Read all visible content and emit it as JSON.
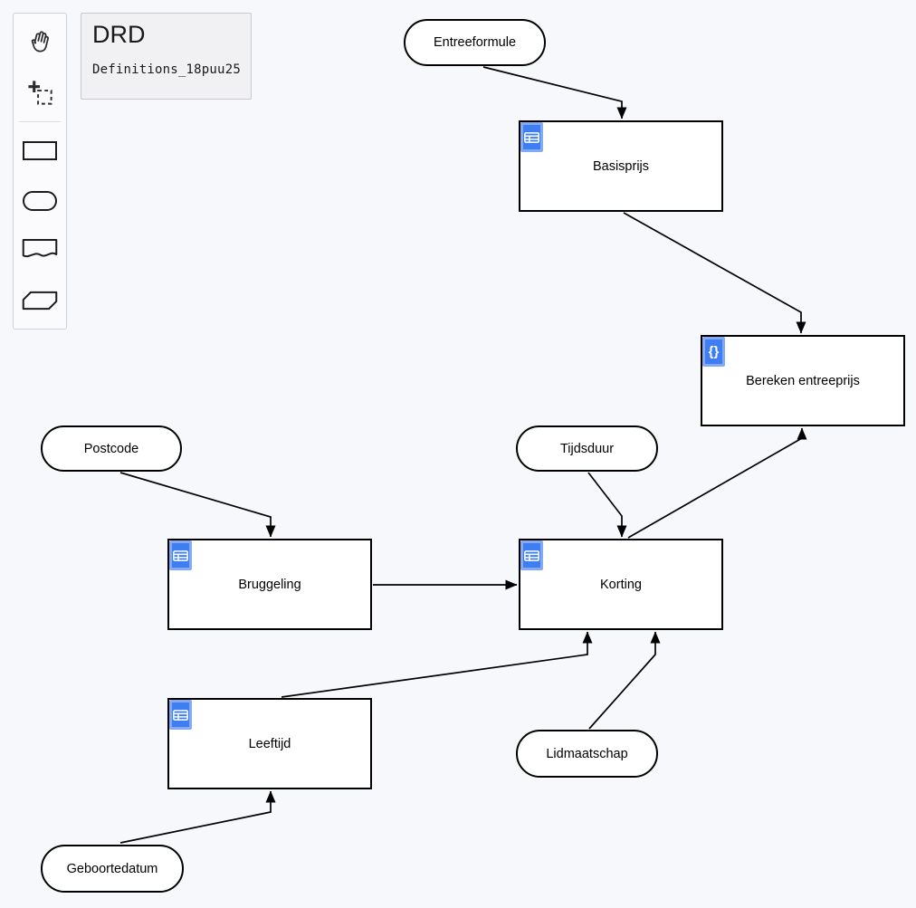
{
  "colors": {
    "canvas_bg": "#f7f8fc",
    "node_fill": "#ffffff",
    "node_stroke": "#000000",
    "badge_blue": "#3e7ef2",
    "badge_blue_border": "#85aaf4"
  },
  "tab": {
    "view_label": "DRD",
    "definitions_name": "Definitions_18puu25"
  },
  "palette": {
    "items": [
      {
        "name": "hand-tool",
        "icon": "hand-icon"
      },
      {
        "name": "lasso-tool",
        "icon": "lasso-icon"
      },
      {
        "name": "create-decision",
        "icon": "rectangle-shape-icon"
      },
      {
        "name": "create-input-data",
        "icon": "stadium-shape-icon"
      },
      {
        "name": "create-knowledge-source",
        "icon": "wavy-document-shape-icon"
      },
      {
        "name": "create-business-knowledge-model",
        "icon": "clipped-rectangle-shape-icon"
      }
    ]
  },
  "nodes": {
    "entreeformule": {
      "type": "input-data",
      "label": "Entreeformule"
    },
    "basisprijs": {
      "type": "decision",
      "label": "Basisprijs",
      "icon": "decision-table-icon"
    },
    "bereken_entreeprijs": {
      "type": "decision",
      "label": "Bereken entreeprijs",
      "icon": "literal-expression-icon",
      "icon_glyph": "{}"
    },
    "postcode": {
      "type": "input-data",
      "label": "Postcode"
    },
    "tijdsduur": {
      "type": "input-data",
      "label": "Tijdsduur"
    },
    "bruggeling": {
      "type": "decision",
      "label": "Bruggeling",
      "icon": "decision-table-icon"
    },
    "korting": {
      "type": "decision",
      "label": "Korting",
      "icon": "decision-table-icon"
    },
    "leeftijd": {
      "type": "decision",
      "label": "Leeftijd",
      "icon": "decision-table-icon"
    },
    "lidmaatschap": {
      "type": "input-data",
      "label": "Lidmaatschap"
    },
    "geboortedatum": {
      "type": "input-data",
      "label": "Geboortedatum"
    }
  },
  "connections": [
    {
      "from": "Entreeformule",
      "to": "Basisprijs"
    },
    {
      "from": "Basisprijs",
      "to": "Bereken entreeprijs"
    },
    {
      "from": "Korting",
      "to": "Bereken entreeprijs"
    },
    {
      "from": "Postcode",
      "to": "Bruggeling"
    },
    {
      "from": "Tijdsduur",
      "to": "Korting"
    },
    {
      "from": "Bruggeling",
      "to": "Korting"
    },
    {
      "from": "Leeftijd",
      "to": "Korting"
    },
    {
      "from": "Lidmaatschap",
      "to": "Korting"
    },
    {
      "from": "Geboortedatum",
      "to": "Leeftijd"
    }
  ]
}
